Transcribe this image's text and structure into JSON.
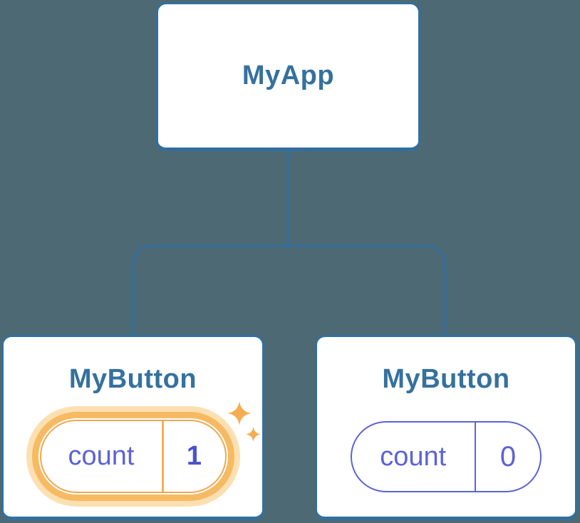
{
  "colors": {
    "background": "#4d6974",
    "node_border": "#336f9e",
    "node_text": "#35719e",
    "state_text": "#5c63d4",
    "state_value_highlight_text": "#4a51ce",
    "highlight_ring": "#f7ba62",
    "highlight_ring_outer": "#fde0b2",
    "highlight_stroke": "#f0a850",
    "sparkle": "#f6ac50"
  },
  "tree": {
    "root": {
      "label": "MyApp"
    },
    "children": [
      {
        "label": "MyButton",
        "state": {
          "key": "count",
          "value": "1"
        },
        "highlighted": true
      },
      {
        "label": "MyButton",
        "state": {
          "key": "count",
          "value": "0"
        },
        "highlighted": false
      }
    ]
  },
  "icons": {
    "sparkle_large": "sparkle-icon",
    "sparkle_small": "sparkle-icon"
  }
}
